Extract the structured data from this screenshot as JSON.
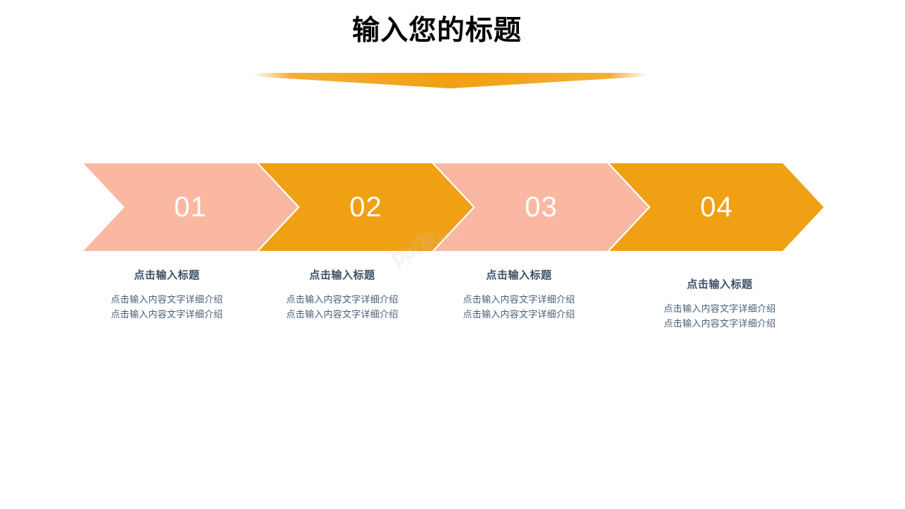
{
  "slide": {
    "background_color": "#ffffff",
    "title": "输入您的标题",
    "title_color": "#000000",
    "accent_orange": "#F0A013",
    "accent_pink": "#FAB8A3",
    "heading_color": "#3D5068",
    "body_color": "#4A5D75",
    "number_color": "#FFFFFF"
  },
  "banner": {
    "name": "orange-triangle-banner",
    "color": "#F0A013"
  },
  "watermark": {
    "text": "ppt家园"
  },
  "steps": [
    {
      "number": "01",
      "fill": "#FAB8A3",
      "heading": "点击输入标题",
      "lines": [
        "点击输入内容文字详细介绍",
        "点击输入内容文字详细介绍"
      ]
    },
    {
      "number": "02",
      "fill": "#F0A013",
      "heading": "点击输入标题",
      "lines": [
        "点击输入内容文字详细介绍",
        "点击输入内容文字详细介绍"
      ]
    },
    {
      "number": "03",
      "fill": "#FAB8A3",
      "heading": "点击输入标题",
      "lines": [
        "点击输入内容文字详细介绍",
        "点击输入内容文字详细介绍"
      ]
    },
    {
      "number": "04",
      "fill": "#F0A013",
      "heading": "点击输入标题",
      "lines": [
        "点击输入内容文字详细介绍",
        "点击输入内容文字详细介绍"
      ]
    }
  ]
}
